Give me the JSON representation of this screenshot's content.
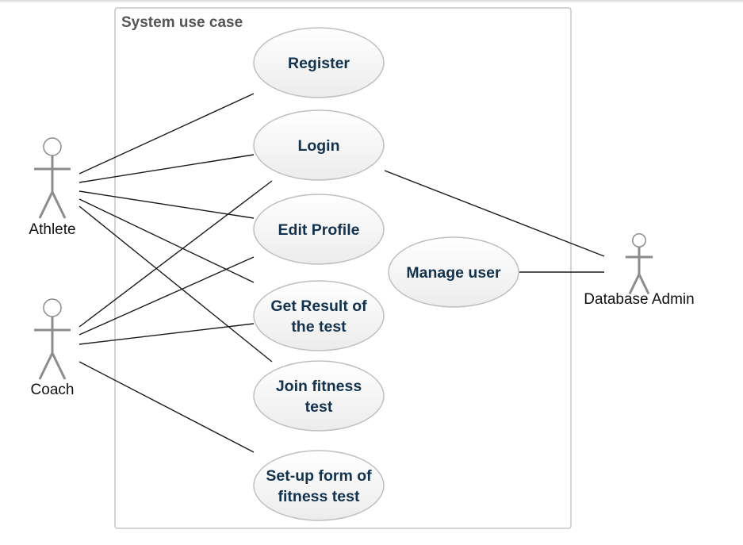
{
  "boundary": {
    "title": "System use case"
  },
  "actors": [
    {
      "id": "athlete",
      "label": "Athlete"
    },
    {
      "id": "coach",
      "label": "Coach"
    },
    {
      "id": "admin",
      "label": "Database Admin"
    }
  ],
  "use_cases": [
    {
      "id": "register",
      "lines": [
        "Register"
      ]
    },
    {
      "id": "login",
      "lines": [
        "Login"
      ]
    },
    {
      "id": "edit-profile",
      "lines": [
        "Edit Profile"
      ]
    },
    {
      "id": "get-result",
      "lines": [
        "Get Result of",
        "the test"
      ]
    },
    {
      "id": "join-test",
      "lines": [
        "Join fitness",
        "test"
      ]
    },
    {
      "id": "setup-form",
      "lines": [
        "Set-up form of",
        "fitness test"
      ]
    },
    {
      "id": "manage-user",
      "lines": [
        "Manage user"
      ]
    }
  ],
  "associations": [
    {
      "actor": "athlete",
      "use_case": "register"
    },
    {
      "actor": "athlete",
      "use_case": "login"
    },
    {
      "actor": "athlete",
      "use_case": "edit-profile"
    },
    {
      "actor": "athlete",
      "use_case": "get-result"
    },
    {
      "actor": "athlete",
      "use_case": "join-test"
    },
    {
      "actor": "coach",
      "use_case": "login"
    },
    {
      "actor": "coach",
      "use_case": "edit-profile"
    },
    {
      "actor": "coach",
      "use_case": "get-result"
    },
    {
      "actor": "coach",
      "use_case": "setup-form"
    },
    {
      "actor": "admin",
      "use_case": "login"
    },
    {
      "actor": "admin",
      "use_case": "manage-user"
    }
  ],
  "colors": {
    "use_case_text": "#12324e",
    "use_case_border": "#bfbfbf",
    "actor_stroke": "#8c8c8c",
    "boundary_border": "#c6c6c6",
    "line": "#1a1a1a"
  }
}
